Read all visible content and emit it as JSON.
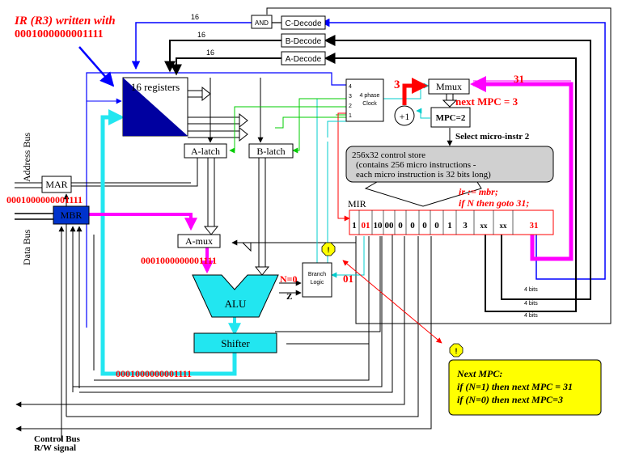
{
  "annotations": {
    "title_line1": "IR (R3) written with",
    "title_line2": "0001000000001111",
    "mbr_value": "0001000000001111",
    "amux_value": "0001000000001111",
    "shifter_value": "0001000000001111",
    "n_eq_0": "N=0",
    "z_label": "Z",
    "cond_bits": "01",
    "three": "3",
    "thirty_one": "31",
    "next_mpc": "next MPC = 3",
    "select_micro": "Select micro-instr 2",
    "mir_comment_1": "ir := mbr;",
    "mir_comment_2": "if N then goto 31;"
  },
  "decoders": {
    "c": "C-Decode",
    "b": "B-Decode",
    "a": "A-Decode",
    "and_gate": "AND"
  },
  "bus_width_16": "16",
  "registers_label": "16 registers",
  "latches": {
    "a": "A-latch",
    "b": "B-latch"
  },
  "mar": "MAR",
  "mbr": "MBR",
  "amux": "A-mux",
  "alu": "ALU",
  "shifter": "Shifter",
  "branch_logic_1": "Branch",
  "branch_logic_2": "Logic",
  "clock": {
    "phases": [
      "4",
      "3",
      "2",
      "1"
    ],
    "label_1": "4 phase",
    "label_2": "Clock"
  },
  "mmux": "Mmux",
  "mpc": "MPC=2",
  "plus_one": "+1",
  "control_store": {
    "line1": "256x32 control store",
    "line2": "(contains 256 micro instructions -",
    "line3": "each micro instruction is 32 bits long)"
  },
  "mir": {
    "label": "MIR",
    "fields": [
      "1",
      "01",
      "10",
      "00",
      "0",
      "0",
      "0",
      "0",
      "1",
      "3",
      "xx",
      "xx",
      "31"
    ]
  },
  "four_bits": [
    "4 bits",
    "4 bits",
    "4 bits"
  ],
  "buses": {
    "address": "Address Bus",
    "data": "Data Bus",
    "control_1": "Control Bus",
    "control_2": "R/W signal"
  },
  "warning_glyph": "!",
  "next_mpc_box": {
    "title": "Next MPC:",
    "line1": "if (N=1) then next MPC = 31",
    "line2": "if (N=0) then next MPC=3"
  },
  "colors": {
    "blue": "#0000ff",
    "magenta": "#ff00ff",
    "red": "#ff0000",
    "cyan": "#00ffff",
    "cyan_fill": "#22e6f0",
    "navy": "#0000a0",
    "green": "#00cc00",
    "yellow": "#ffff00",
    "gray": "#d0d0d0"
  }
}
